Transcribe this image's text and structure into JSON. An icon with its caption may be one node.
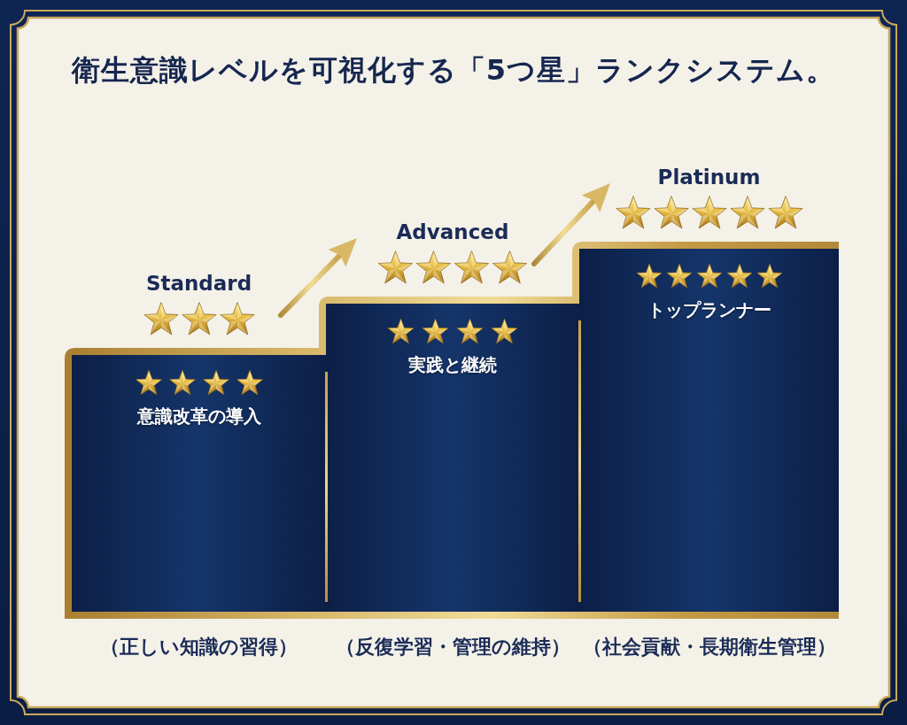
{
  "diagram": {
    "title": "衛生意識レベルを可視化する「5つ星」ランクシステム。",
    "nodes": [
      {
        "text": [
          "Standard",
          "意識改革の導入"
        ],
        "beside": [
          "（正しい知識の習得）"
        ]
      },
      {
        "text": [
          "Advanced",
          "実践と継続"
        ],
        "beside": [
          "（反復学習・管理の維持）"
        ]
      },
      {
        "text": [
          "Platinum",
          "トップランナー"
        ],
        "beside": [
          "（社会貢献・長期衛生管理）"
        ]
      }
    ],
    "edges": [
      {
        "from": 0,
        "to": 1,
        "arrow": "to"
      },
      {
        "from": 1,
        "to": 2,
        "arrow": "to"
      }
    ]
  }
}
